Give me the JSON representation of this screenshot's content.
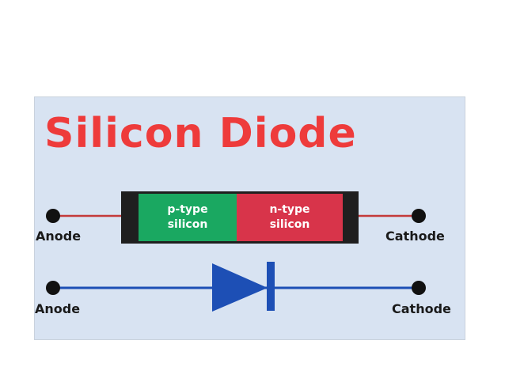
{
  "title": "Silicon Diode",
  "diode_body": {
    "p_region": {
      "line1": "p-type",
      "line2": "silicon",
      "color": "#1aa861"
    },
    "n_region": {
      "line1": "n-type",
      "line2": "silicon",
      "color": "#d8344a"
    }
  },
  "terminals": {
    "top_left": "Anode",
    "top_right": "Cathode",
    "bottom_left": "Anode",
    "bottom_right": "Cathode"
  },
  "colors": {
    "title": "#ee3b3b",
    "panel": "#d8e3f2",
    "lead_red": "#c43a3a",
    "symbol_blue": "#1d4fb5",
    "casing": "#1f1f1f"
  }
}
